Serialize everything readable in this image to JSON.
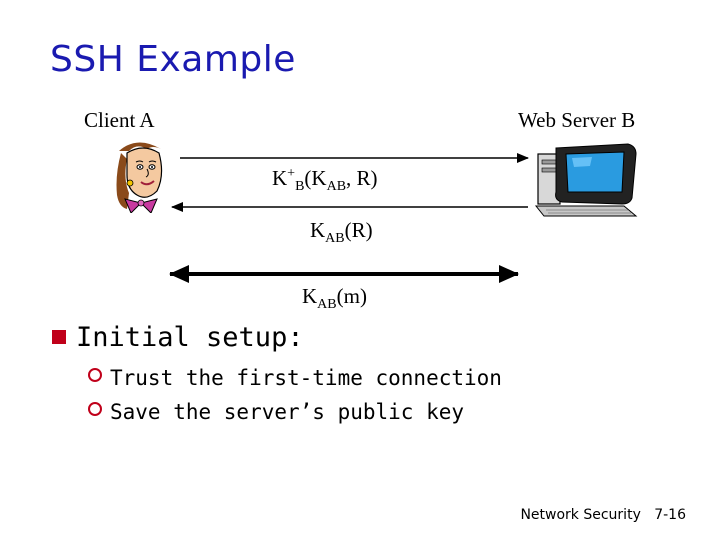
{
  "slide": {
    "title": "SSH Example",
    "client_label": "Client  A",
    "server_label": "Web Server  B",
    "messages": {
      "m1": {
        "k": "K",
        "sup": "+",
        "sub": "B",
        "open": "(K",
        "inner_sub": "AB",
        "rest": ", R)"
      },
      "m2": {
        "k": "K",
        "sub": "AB",
        "rest": "(R)"
      },
      "m3": {
        "k": "K",
        "sub": "AB",
        "rest": "(m)"
      }
    },
    "main_bullet": "Initial setup:",
    "sub_bullets": [
      "Trust the first-time connection",
      "Save the server’s public key"
    ],
    "footer_left": "Network Security",
    "footer_right": "7-16"
  },
  "icons": {
    "client": "woman-face-icon",
    "server": "computer-monitor-icon",
    "bullet_main": "square-bullet-icon",
    "bullet_sub": "circle-bullet-icon"
  },
  "colors": {
    "title": "#1a1ab0",
    "bullet": "#c0001a"
  }
}
